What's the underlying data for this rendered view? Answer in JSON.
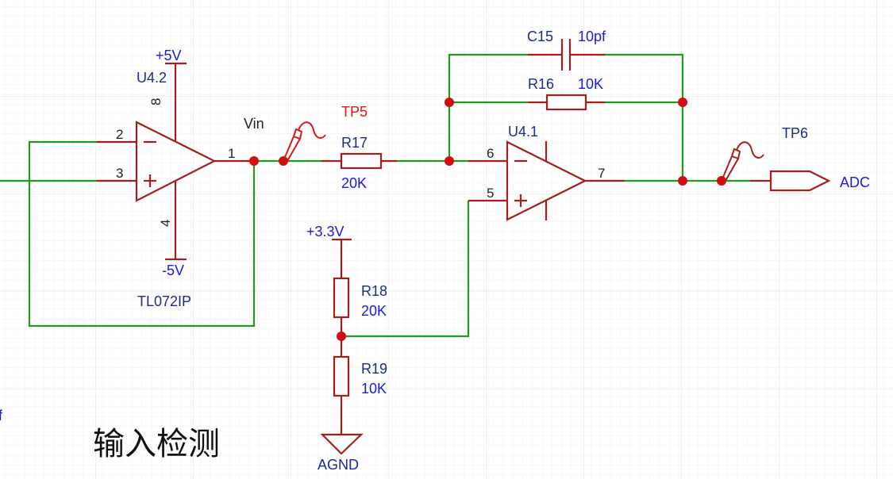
{
  "schematic": {
    "title": "输入检测",
    "colors": {
      "wire": "#1e9a1e",
      "symbol": "#a51e1e",
      "junction": "#d01010",
      "probe_tp5": "#e01515",
      "label_blue": "#1a1ad8",
      "label_navy": "#1c2a8c",
      "grid": "#ebebeb"
    },
    "u42": {
      "ref": "U4.2",
      "part": "TL072IP",
      "pins": {
        "inv": "2",
        "noninv": "3",
        "out": "1",
        "vplus": "8",
        "vminus": "4"
      },
      "supply_pos": "+5V",
      "supply_neg": "-5V"
    },
    "net_vin": "Vin",
    "tp5": {
      "ref": "TP5"
    },
    "r17": {
      "ref": "R17",
      "value": "20K"
    },
    "c15": {
      "ref": "C15",
      "value": "10pf"
    },
    "r16": {
      "ref": "R16",
      "value": "10K"
    },
    "u41": {
      "ref": "U4.1",
      "pins": {
        "inv": "6",
        "noninv": "5",
        "out": "7"
      }
    },
    "tp6": {
      "ref": "TP6"
    },
    "adc_port": "ADC",
    "supply_33": "+3.3V",
    "r18": {
      "ref": "R18",
      "value": "20K"
    },
    "r19": {
      "ref": "R19",
      "value": "10K"
    },
    "gnd": "AGND",
    "cropped_edge_label": "f",
    "sign_minus": "−",
    "sign_plus": "+"
  }
}
